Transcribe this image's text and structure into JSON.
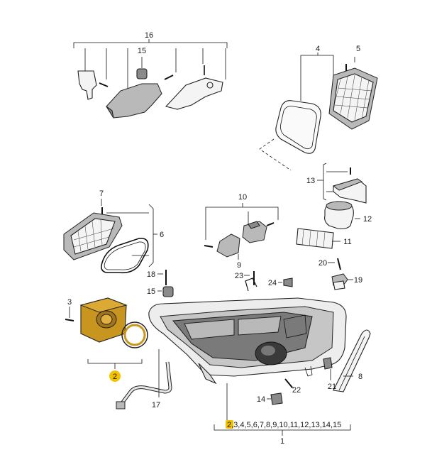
{
  "diagram": {
    "callouts": {
      "c16": "16",
      "c15a": "15",
      "c4": "4",
      "c5": "5",
      "c13": "13",
      "c12": "12",
      "c11": "11",
      "c10": "10",
      "c9": "9",
      "c7": "7",
      "c6": "6",
      "c20": "20",
      "c19": "19",
      "c18": "18",
      "c23": "23",
      "c24": "24",
      "c15b": "15",
      "c3": "3",
      "c2": "2",
      "c8": "8",
      "c21": "21",
      "c22": "22",
      "c17": "17",
      "c14": "14",
      "c1": "1"
    },
    "parts_list": {
      "highlight": "2",
      "rest": ",3,4,5,6,7,8,9,10,11,12,13,14,15"
    },
    "colors": {
      "highlight": "#f2c200",
      "module_fill": "#c8961e"
    }
  }
}
